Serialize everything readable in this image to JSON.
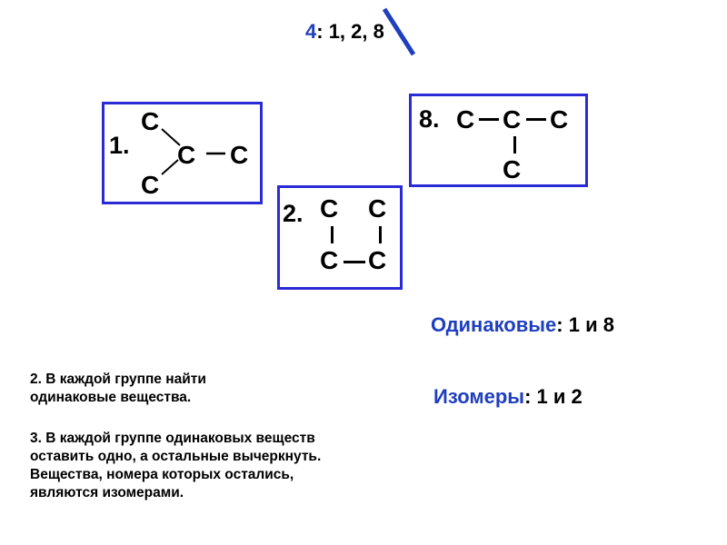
{
  "header": {
    "prefix": "4",
    "rest": ": 1, 2, 8"
  },
  "atom": "C",
  "molecules": {
    "m1": {
      "label": "1."
    },
    "m2": {
      "label": "2."
    },
    "m8": {
      "label": "8."
    }
  },
  "answers": {
    "same_label": "Одинаковые",
    "same_value": ": 1 и 8",
    "isomers_label": "Изомеры",
    "isomers_value": ": 1 и 2"
  },
  "notes": [
    "2. В каждой группе найти одинаковые вещества.",
    "3. В каждой группе одинаковых веществ оставить одно, а остальные вычеркнуть. Вещества, номера которых остались, являются изомерами."
  ],
  "colors": {
    "box_border": "#2b2bd6",
    "accent_blue": "#1f3fbf"
  }
}
